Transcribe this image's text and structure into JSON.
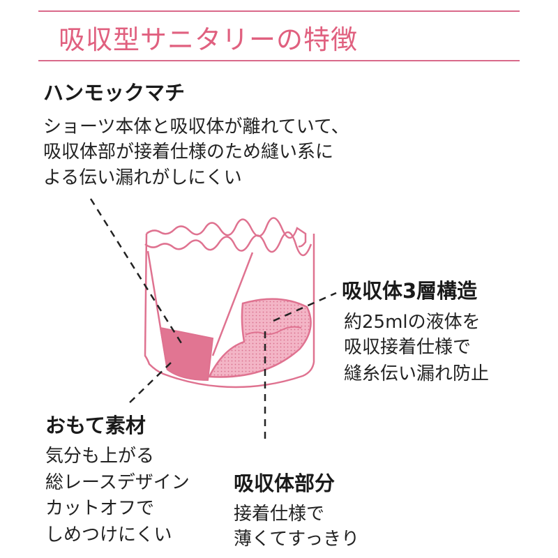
{
  "title": "吸収型サニタリーの特徴",
  "accent_color": "#e0607f",
  "features": {
    "hammock": {
      "heading": "ハンモックマチ",
      "lines": [
        "ショーツ本体と吸収体が離れていて、",
        "吸収体部が接着仕様のため縫い系に",
        "よる伝い漏れがしにくい"
      ]
    },
    "layers": {
      "heading": "吸収体3層構造",
      "lines": [
        "約25mlの液体を",
        "吸収接着仕様で",
        "縫糸伝い漏れ防止"
      ]
    },
    "surface": {
      "heading": "おもて素材",
      "lines": [
        "気分も上がる",
        "総レースデザイン",
        "カットオフで",
        "しめつけにくい"
      ]
    },
    "absorber": {
      "heading": "吸収体部分",
      "lines": [
        "接着仕様で",
        "薄くてすっきり"
      ]
    }
  }
}
